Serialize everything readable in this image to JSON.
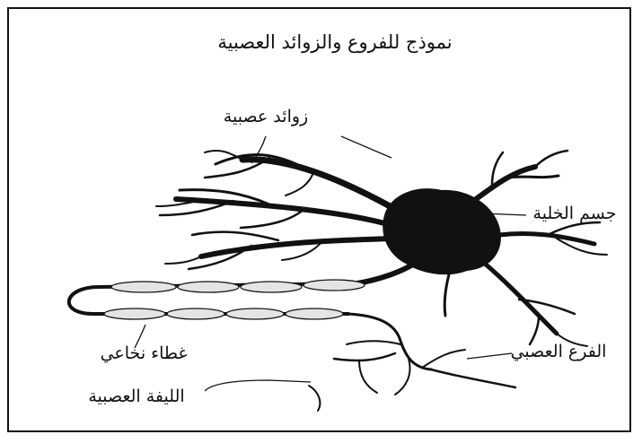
{
  "title": "نموذج للفروع والزوائد العصبية",
  "labels": {
    "dendrites": "زوائد عصبية",
    "cell_body": "جسم الخلية",
    "myelin_sheath": "غطاء نخاعي",
    "axon_branch": "الفرع العصبي",
    "nerve_fiber": "الليفة العصبية"
  },
  "colors": {
    "ink": "#111111",
    "sheath_fill": "#e4e4e4",
    "background": "#ffffff"
  }
}
